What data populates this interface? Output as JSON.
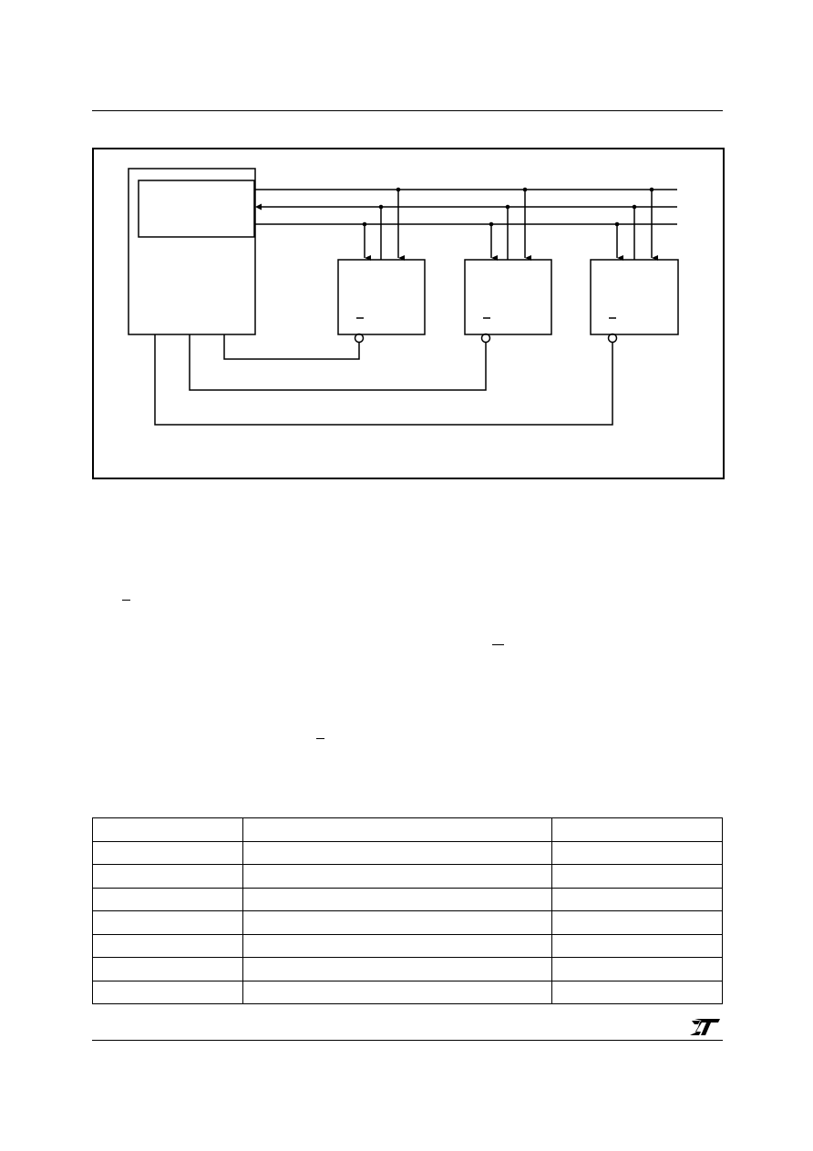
{
  "header": {},
  "figure": {
    "frame": "figure-frame",
    "blocks": [
      {
        "name": "bus-master",
        "inner": "master-register"
      },
      {
        "name": "slave-device-1",
        "select_pin": "overbar"
      },
      {
        "name": "slave-device-2",
        "select_pin": "overbar"
      },
      {
        "name": "slave-device-3",
        "select_pin": "overbar"
      }
    ],
    "bus_lines": 3,
    "chip_select_lines": 3
  },
  "body_text": {
    "overbars": 3
  },
  "signal_table": {
    "rows": 8,
    "columns": 3,
    "cells": [
      [
        "",
        "",
        ""
      ],
      [
        "",
        "",
        ""
      ],
      [
        "",
        "",
        ""
      ],
      [
        "",
        "",
        ""
      ],
      [
        "",
        "",
        ""
      ],
      [
        "",
        "",
        ""
      ],
      [
        "",
        "",
        ""
      ],
      [
        "",
        "",
        ""
      ]
    ]
  },
  "footer": {
    "logo_icon": "st-logo-icon"
  }
}
